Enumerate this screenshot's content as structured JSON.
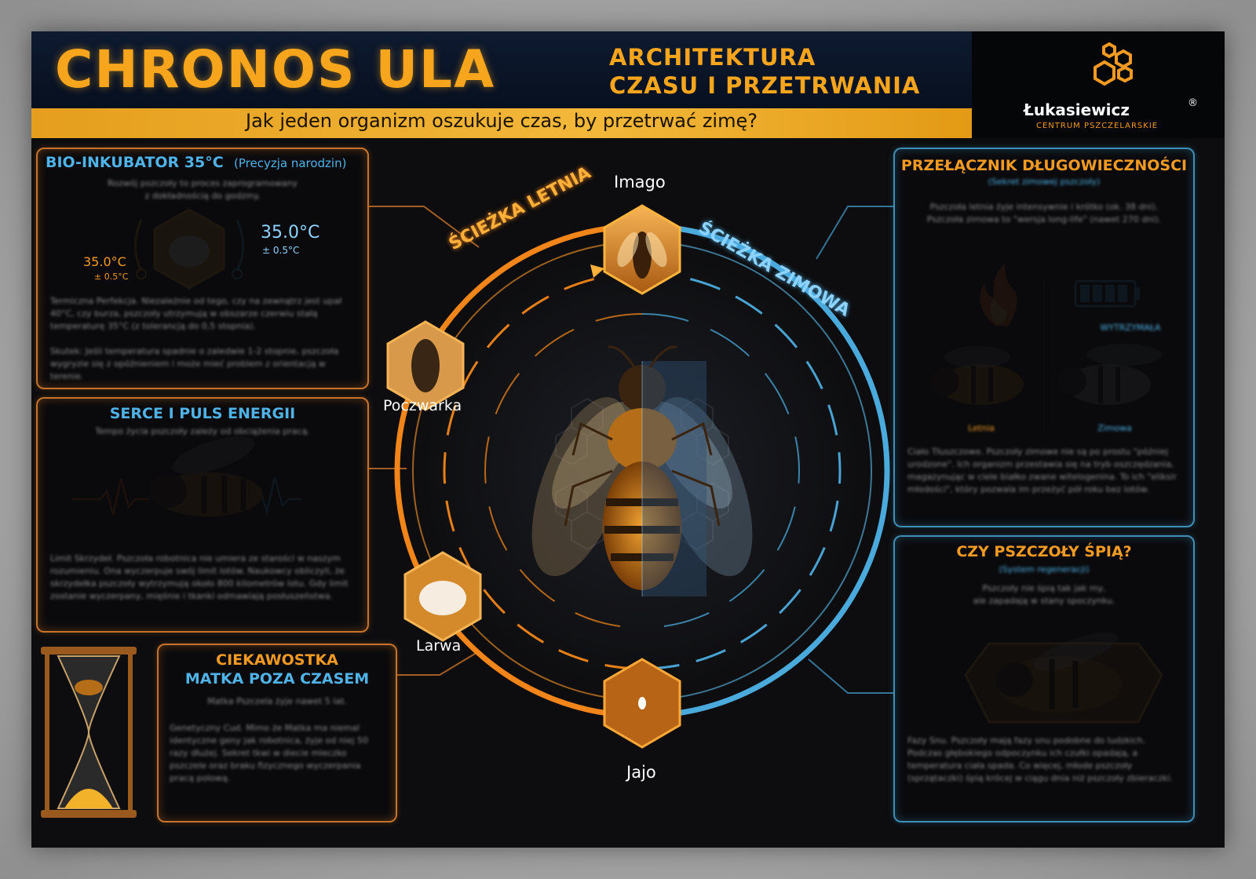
{
  "header": {
    "title": "CHRONOS ULA",
    "subtitle_line1": "ARCHITEKTURA",
    "subtitle_line2": "CZASU I PRZETRWANIA",
    "tagline": "Jak jeden organizm oszukuje czas, by przetrwać zimę?"
  },
  "logo": {
    "name": "Łukasiewicz",
    "registered": "®",
    "subtitle": "CENTRUM PSZCZELARSKIE"
  },
  "incubator": {
    "title": "BIO-INKUBATOR 35°C",
    "title_note": "(Precyzja narodzin)",
    "left_temp": "35.0°C",
    "left_tol": "± 0.5°C",
    "right_temp": "35.0°C",
    "right_tol": "± 0.5°C"
  },
  "heart": {
    "title": "SERCE I PULS ENERGII"
  },
  "curiosity": {
    "title_line1": "CIEKAWOSTKA",
    "title_line2": "MATKA POZA CZASEM"
  },
  "longevity": {
    "title": "PRZEŁĄCZNIK DŁUGOWIECZNOŚCI"
  },
  "sleep": {
    "title": "CZY PSZCZOŁY ŚPIĄ?"
  },
  "cycle": {
    "path_summer": "ŚCIEŻKA LETNIA",
    "path_winter": "ŚCIEŻKA ZIMOWA",
    "stages": {
      "imago": "Imago",
      "pupa": "Poczwarka",
      "larva": "Larwa",
      "egg": "Jajo"
    }
  },
  "colors": {
    "orange": "#f6a51c",
    "blue": "#4fb3e8",
    "panel_orange_border": "#c8732a",
    "panel_blue_border": "#3d8fb8"
  }
}
